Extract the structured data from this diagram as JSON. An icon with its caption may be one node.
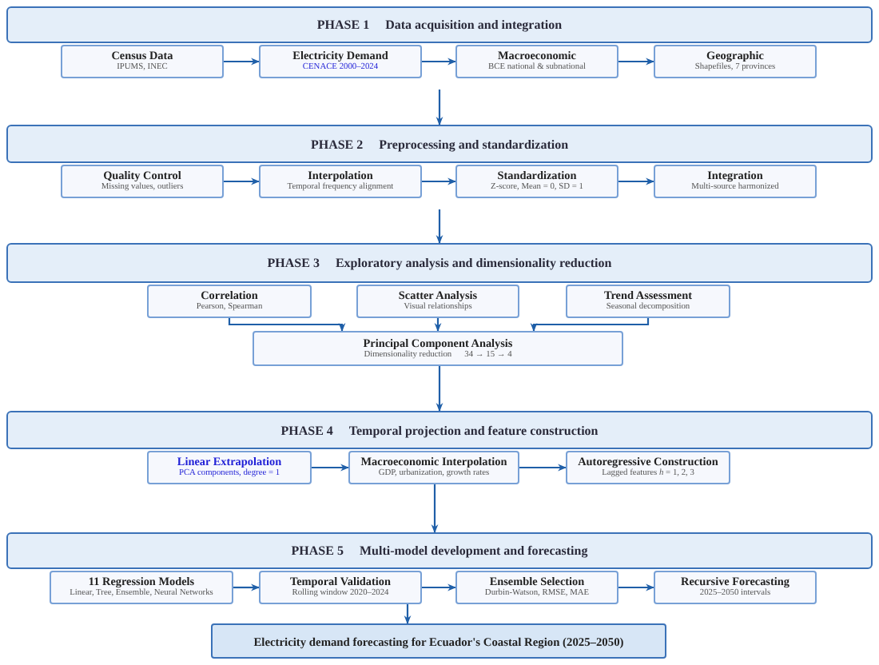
{
  "diagram": {
    "nodes": [
      {
        "text": [
          "PHASE 1",
          "Data acquisition and integration"
        ]
      },
      {
        "text": [
          "Census Data",
          "IPUMS, INEC"
        ]
      },
      {
        "text": [
          "Electricity Demand",
          "CENACE 2000–2024"
        ]
      },
      {
        "text": [
          "Macroeconomic",
          "BCE national & subnational"
        ]
      },
      {
        "text": [
          "Geographic",
          "Shapefiles, 7 provinces"
        ]
      },
      {
        "text": [
          "PHASE 2",
          "Preprocessing and standardization"
        ]
      },
      {
        "text": [
          "Quality Control",
          "Missing values, outliers"
        ]
      },
      {
        "text": [
          "Interpolation",
          "Temporal frequency alignment"
        ]
      },
      {
        "text": [
          "Standardization",
          "Z-score, Mean = 0, SD = 1"
        ]
      },
      {
        "text": [
          "Integration",
          "Multi-source harmonized"
        ]
      },
      {
        "text": [
          "PHASE 3",
          "Exploratory analysis and dimensionality reduction"
        ]
      },
      {
        "text": [
          "Correlation",
          "Pearson, Spearman"
        ]
      },
      {
        "text": [
          "Scatter Analysis",
          "Visual relationships"
        ]
      },
      {
        "text": [
          "Trend Assessment",
          "Seasonal decomposition"
        ]
      },
      {
        "text": [
          "Principal Component Analysis",
          "Dimensionality reduction",
          "34 → 15 → 4"
        ]
      },
      {
        "text": [
          "PHASE 4",
          "Temporal projection and feature construction"
        ]
      },
      {
        "text": [
          "Linear Extrapolation",
          "PCA components, degree = 1"
        ]
      },
      {
        "text": [
          "Macroeconomic Interpolation",
          "GDP, urbanization, growth rates"
        ]
      },
      {
        "text": [
          "Autoregressive Construction",
          "Lagged features *h* = 1, 2, 3"
        ]
      },
      {
        "text": [
          "PHASE 5",
          "Multi-model development and forecasting"
        ]
      },
      {
        "text": [
          "11 Regression Models",
          "Linear, Tree, Ensemble, Neural Networks"
        ]
      },
      {
        "text": [
          "Temporal Validation",
          "Rolling window 2020–2024"
        ]
      },
      {
        "text": [
          "Ensemble Selection",
          "Durbin-Watson, RMSE, MAE"
        ]
      },
      {
        "text": [
          "Recursive Forecasting",
          "2025–2050 intervals"
        ]
      },
      {
        "text": [
          "Electricity demand forecasting for Ecuador's Coastal Region (2025–2050)"
        ]
      }
    ],
    "edges": [
      {
        "from": 1,
        "to": 2,
        "arrow": "to"
      },
      {
        "from": 2,
        "to": 3,
        "arrow": "to"
      },
      {
        "from": 3,
        "to": 4,
        "arrow": "to"
      },
      {
        "from": null,
        "to": 5,
        "arrow": "to"
      },
      {
        "from": 6,
        "to": 7,
        "arrow": "to"
      },
      {
        "from": 7,
        "to": 8,
        "arrow": "to"
      },
      {
        "from": 8,
        "to": 9,
        "arrow": "to"
      },
      {
        "from": null,
        "to": 10,
        "arrow": "to"
      },
      {
        "from": 11,
        "to": 14,
        "arrow": "to"
      },
      {
        "from": 12,
        "to": 14,
        "arrow": "to"
      },
      {
        "from": 13,
        "to": 14,
        "arrow": "to"
      },
      {
        "from": 14,
        "to": 15,
        "arrow": "to"
      },
      {
        "from": 16,
        "to": 17,
        "arrow": "to"
      },
      {
        "from": 17,
        "to": 18,
        "arrow": "to"
      },
      {
        "from": 17,
        "to": 19,
        "arrow": "to"
      },
      {
        "from": 20,
        "to": 21,
        "arrow": "to"
      },
      {
        "from": 21,
        "to": 22,
        "arrow": "to"
      },
      {
        "from": 22,
        "to": 23,
        "arrow": "to"
      },
      {
        "from": 21,
        "to": 24,
        "arrow": "to"
      }
    ]
  }
}
